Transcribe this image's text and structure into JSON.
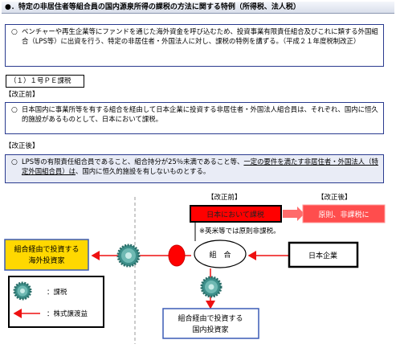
{
  "title": "●．特定の非居住者等組合員の国内源泉所得の課税の方法に関する特例（所得税、法人税）",
  "intro": {
    "bullet": "○",
    "text": "ベンチャーや再生企業等にファンドを通じた海外資金を呼び込むため、投資事業有限責任組合及びこれに類する外国組合（LPS等）に出資を行う、特定の非居住者・外国法人に対し、課税の特例を講ずる。（平成２１年度税制改正）"
  },
  "section_label": "（１）１号ＰＥ課税",
  "before": {
    "label": "【改正前】",
    "bullet": "○",
    "text": "日本国内に事業所等を有する組合を経由して日本企業に投資する非居住者・外国法人組合員は、それぞれ、国内に恒久的施設があるものとして、日本において課税。"
  },
  "after": {
    "label": "【改正後】",
    "bullet": "○",
    "text_plain": "LPS等の有限責任組合員であること、組合持分が25％未満であること等、",
    "text_underlined": "一定の要件を満たす非居住者・外国法人（特定外国組合員）は",
    "text_end": "、国内に恒久的施設を有しないものとする。"
  },
  "diagram": {
    "label_before": "【改正前】",
    "label_after": "【改正後】",
    "taxed_in_japan": "日本において課税",
    "not_taxed": "原則、非課税に",
    "note": "※英米等では原則非課税。",
    "left_investor_line1": "組合経由で投資する",
    "left_investor_line2": "海外投資家",
    "partnership": "組　合",
    "japan_company": "日本企業",
    "domestic_investor_line1": "組合経由で投資する",
    "domestic_investor_line2": "国内投資家",
    "legend_tax": "：課税",
    "legend_gain": "：株式譲渡益"
  },
  "colors": {
    "frame_blue": "#2a3b8f",
    "taxed_red": "#ff0000",
    "arrow_red": "#ee1111",
    "investor_yellow": "#ffd800",
    "gear_teal": "#3d8f8a"
  }
}
